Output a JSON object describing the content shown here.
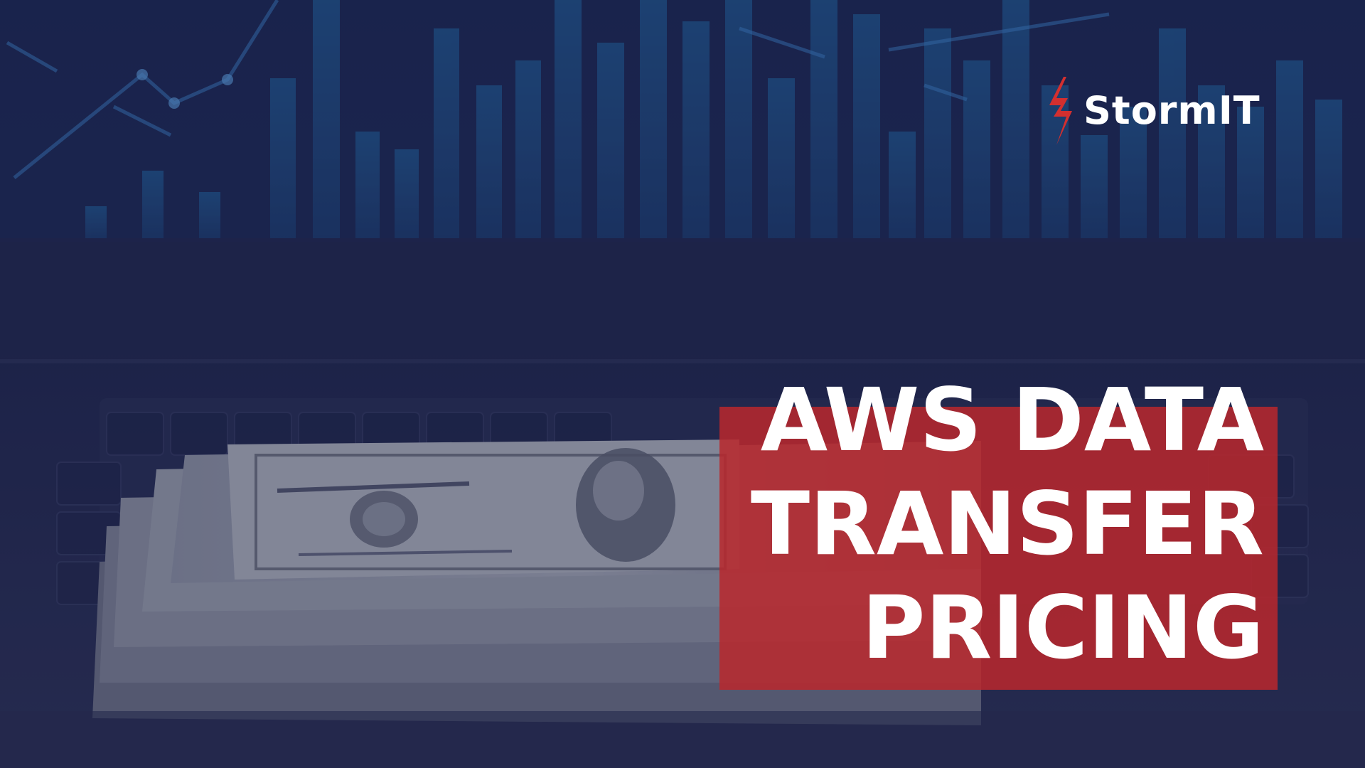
{
  "brand": {
    "name": "StormIT",
    "logo_icon": "lightning-bolt-icon",
    "logo_color": "#d32f2f"
  },
  "title": {
    "lines": [
      "AWS DATA",
      "TRANSFER",
      "PRICING"
    ]
  },
  "colors": {
    "background": "#1c2347",
    "title_box": "#b9282c",
    "text": "#ffffff"
  }
}
